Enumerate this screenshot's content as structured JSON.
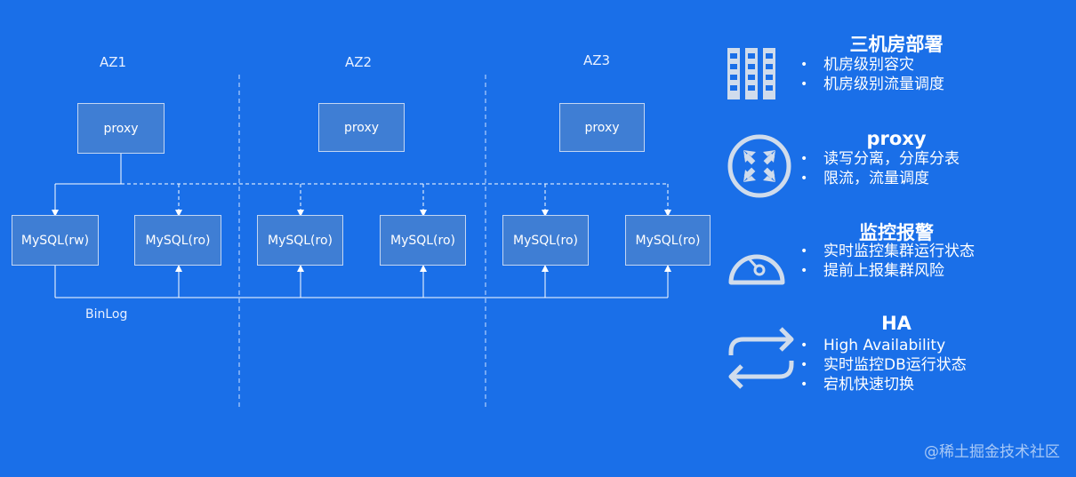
{
  "zones": [
    "AZ1",
    "AZ2",
    "AZ3"
  ],
  "proxy_label": "proxy",
  "mysql_nodes": [
    "MySQL(rw)",
    "MySQL(ro)",
    "MySQL(ro)",
    "MySQL(ro)",
    "MySQL(ro)",
    "MySQL(ro)"
  ],
  "binlog_label": "BinLog",
  "features": [
    {
      "icon": "server-rack-icon",
      "title": "三机房部署",
      "items": [
        "机房级别容灾",
        "机房级别流量调度"
      ]
    },
    {
      "icon": "router-arrows-icon",
      "title": "proxy",
      "items": [
        "读写分离，分库分表",
        "限流，流量调度"
      ]
    },
    {
      "icon": "gauge-icon",
      "title": "监控报警",
      "items": [
        "实时监控集群运行状态",
        "提前上报集群风险"
      ]
    },
    {
      "icon": "switch-arrows-icon",
      "title": "HA",
      "items": [
        "High Availability",
        "实时监控DB运行状态",
        "宕机快速切换"
      ]
    }
  ],
  "watermark": "@稀土掘金技术社区",
  "colors": {
    "background": "#1a6fe8",
    "box_fill": "#3f7ed4",
    "line": "#ffffff",
    "icon": "#d0dcec"
  }
}
